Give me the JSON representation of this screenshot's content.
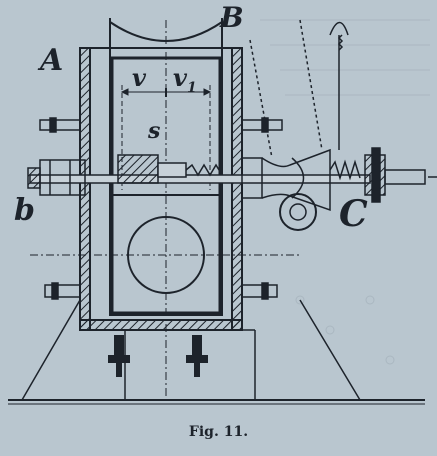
{
  "figure": {
    "caption": "Fig. 11.",
    "labels": {
      "A": "A",
      "B": "B",
      "v": "v",
      "v1_base": "v",
      "v1_sub": "1",
      "s": "s",
      "b": "b",
      "C": "C"
    }
  },
  "colors": {
    "background": "#b9c6cf",
    "ink": "#1d232b"
  }
}
